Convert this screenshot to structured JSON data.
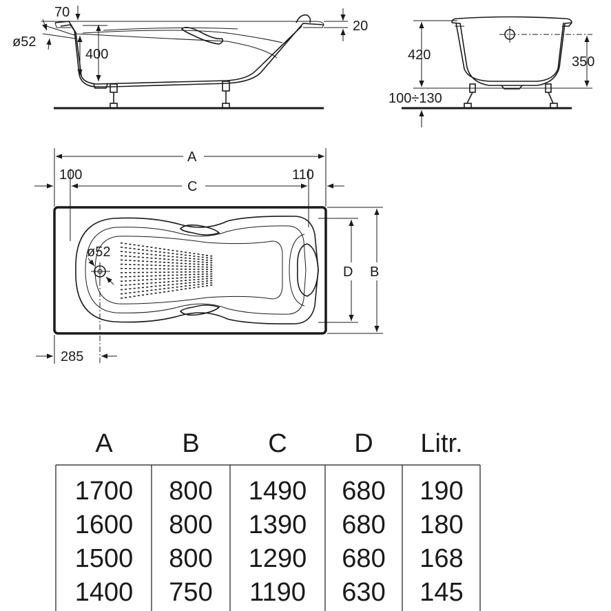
{
  "side_view": {
    "labels": {
      "rim_height": "70",
      "drain": "ø52",
      "depth": "400",
      "edge": "20"
    }
  },
  "end_view": {
    "labels": {
      "height": "420",
      "drain_height": "350",
      "legs": "100÷130"
    }
  },
  "plan_view": {
    "labels": {
      "a": "A",
      "left_offset": "100",
      "c": "C",
      "right_offset": "110",
      "d": "D",
      "b": "B",
      "drain": "ø52",
      "drain_offset": "285"
    }
  },
  "table": {
    "headers": [
      "A",
      "B",
      "C",
      "D",
      "Litr."
    ],
    "rows": [
      [
        "1700",
        "800",
        "1490",
        "680",
        "190"
      ],
      [
        "1600",
        "800",
        "1390",
        "680",
        "180"
      ],
      [
        "1500",
        "800",
        "1290",
        "680",
        "168"
      ],
      [
        "1400",
        "750",
        "1190",
        "630",
        "145"
      ]
    ]
  }
}
